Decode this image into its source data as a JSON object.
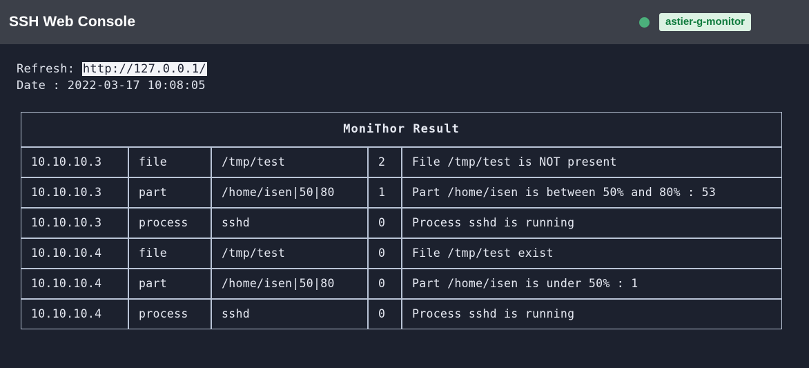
{
  "header": {
    "title": "SSH Web Console",
    "status_dot_color": "#4bb07b",
    "host_badge": "astier-g-monitor",
    "badge_bg": "#dcf2e3",
    "badge_fg": "#0e7a3c"
  },
  "info": {
    "refresh_label": "Refresh: ",
    "refresh_url": "http://127.0.0.1/",
    "date_line": "Date : 2022-03-17 10:08:05"
  },
  "table": {
    "title": "MoniThor Result",
    "rows": [
      {
        "host": "10.10.10.3",
        "check": "file",
        "target": "/tmp/test",
        "code": "2",
        "message": "File /tmp/test is NOT present"
      },
      {
        "host": "10.10.10.3",
        "check": "part",
        "target": "/home/isen|50|80",
        "code": "1",
        "message": "Part /home/isen is between 50% and 80% : 53"
      },
      {
        "host": "10.10.10.3",
        "check": "process",
        "target": "sshd",
        "code": "0",
        "message": "Process sshd is running"
      },
      {
        "host": "10.10.10.4",
        "check": "file",
        "target": "/tmp/test",
        "code": "0",
        "message": "File /tmp/test exist"
      },
      {
        "host": "10.10.10.4",
        "check": "part",
        "target": "/home/isen|50|80",
        "code": "0",
        "message": "Part /home/isen is under 50% : 1"
      },
      {
        "host": "10.10.10.4",
        "check": "process",
        "target": "sshd",
        "code": "0",
        "message": "Process sshd is running"
      }
    ]
  }
}
